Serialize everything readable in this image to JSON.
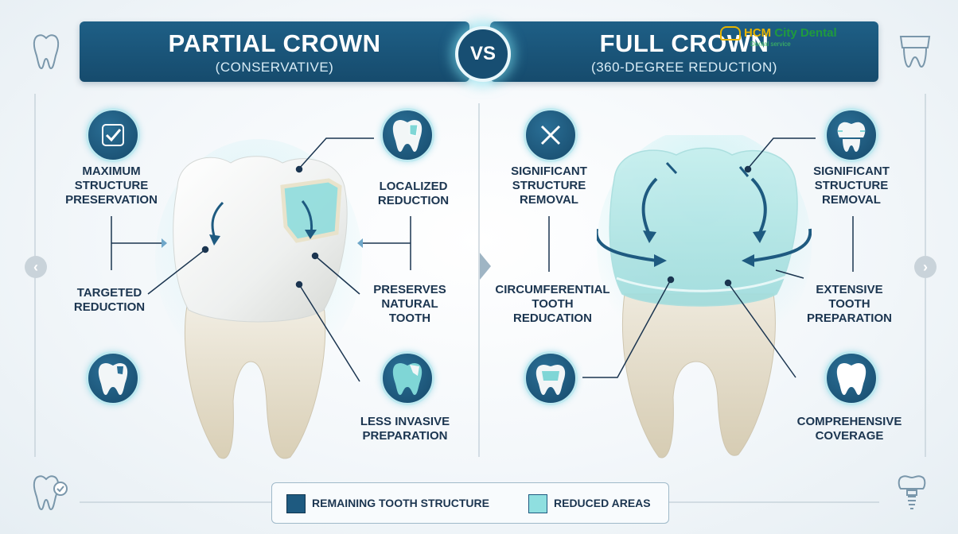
{
  "left_header": {
    "title": "PARTIAL CROWN",
    "subtitle": "(CONSERVATIVE)"
  },
  "right_header": {
    "title": "FULL CROWN",
    "subtitle": "(360-DEGREE REDUCTION)"
  },
  "vs": "VS",
  "watermark": {
    "brand_a": "HCM ",
    "brand_b": "City Dental",
    "tag": "Dental service"
  },
  "left_labels": {
    "max_preservation": [
      "MAXIMUM",
      "STRUCTURE",
      "PRESERVATION"
    ],
    "localized": [
      "LOCALIZED",
      "REDUCTION"
    ],
    "targeted": [
      "TARGETED",
      "REDUCTION"
    ],
    "preserves": [
      "PRESERVES",
      "NATURAL",
      "TOOTH"
    ],
    "less_invasive": [
      "LESS INVASIVE",
      "PREPARATION"
    ]
  },
  "right_labels": {
    "significant_left": [
      "SIGNIFICANT",
      "STRUCTURE",
      "REMOVAL"
    ],
    "significant_right": [
      "SIGNIFICANT",
      "STRUCTURE",
      "REMOVAL"
    ],
    "circumferential": [
      "CIRCUMFERENTIAL",
      "TOOTH",
      "REDUCATION"
    ],
    "extensive": [
      "EXTENSIVE",
      "TOOTH",
      "PREPARATION"
    ],
    "comprehensive": [
      "COMPREHENSIVE",
      "COVERAGE"
    ]
  },
  "legend": {
    "remaining": "REMAINING TOOTH STRUCTURE",
    "reduced": "REDUCED AREAS",
    "remaining_color": "#1e5a80",
    "reduced_color": "#8fdfe0"
  },
  "colors": {
    "navy": "#174e72",
    "teal": "#7fd6d6",
    "text": "#1b3550"
  }
}
